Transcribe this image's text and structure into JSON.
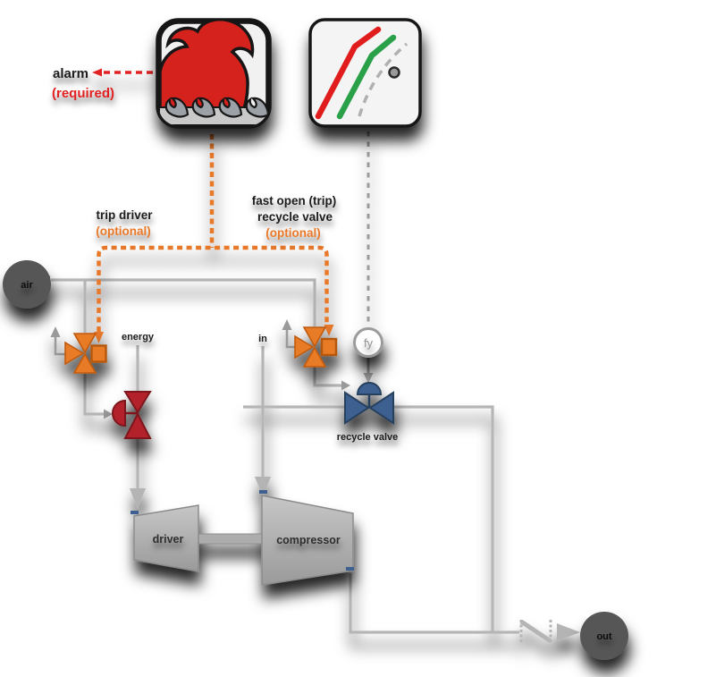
{
  "diagram": {
    "type": "process-control-diagram",
    "labels": {
      "alarm": "alarm",
      "alarm_required": "(required)",
      "trip_driver": "trip driver",
      "trip_driver_optional": "(optional)",
      "fast_open_line1": "fast open (trip)",
      "fast_open_line2": "recycle valve",
      "fast_open_optional": "(optional)"
    },
    "nodes": {
      "air": "air",
      "out": "out",
      "energy": "energy",
      "in": "in",
      "fy": "fy",
      "recycle_valve": "recycle valve",
      "driver": "driver",
      "compressor": "compressor"
    },
    "icons": {
      "surge_event_icon": "tsunami-waves-icon",
      "compressor_map_icon": "performance-map-icon"
    },
    "colors": {
      "signal_orange": "#e8782a",
      "alarm_red": "#e02020",
      "map_red": "#d6201f",
      "map_green": "#2aa04a",
      "valve_red": "#b3242b",
      "valve_blue": "#3d6191",
      "process_line_gray": "#b5b5b5",
      "terminal_gray": "#565656",
      "instrument_gray": "#9b9b9b"
    }
  }
}
